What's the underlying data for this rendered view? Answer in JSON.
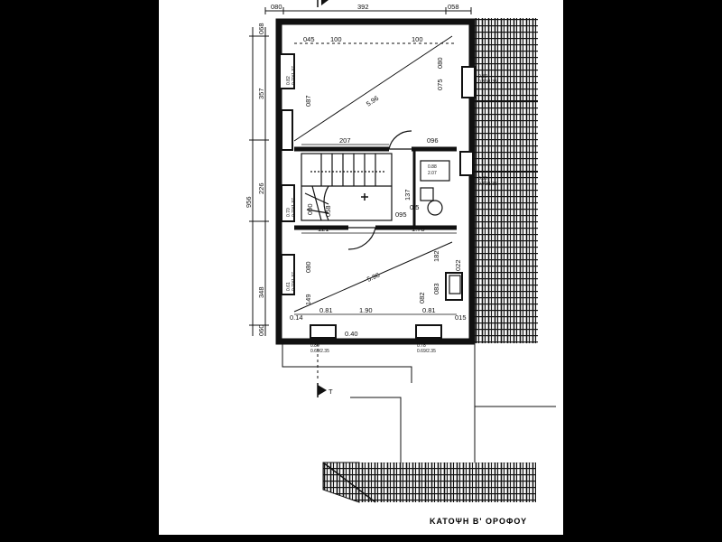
{
  "title": "ΚΑΤΟΨΗ Β' ΟΡΟΦΟΥ",
  "section_marker": "T",
  "dims": {
    "top_left_margin": "080",
    "top_total": "392",
    "top_right_margin": "058",
    "top_left_small": "045",
    "top_inner_1": "100",
    "top_inner_2": "100",
    "left_upper": "357",
    "left_total": "956",
    "left_mid": "226",
    "left_lower": "348",
    "left_bottom": "060",
    "left_top_small": "068",
    "upper_room_diag": "5.96",
    "lower_room_diag": "5.96",
    "mid_207": "207",
    "mid_096": "096",
    "lower_121": "121",
    "lower_178": "1.78",
    "bottom_081a": "0.81",
    "bottom_190": "1.90",
    "bottom_081b": "0.81",
    "bottom_014": "0.14",
    "bottom_015": "015",
    "bottom_040": "0.40",
    "upper_left_vert": "087",
    "upper_right_vert_1": "080",
    "upper_right_vert_2": "075",
    "lower_left_vert_1": "080",
    "lower_left_vert_2": "149",
    "lower_right_vert_1": "182",
    "lower_right_vert_2": "082",
    "lower_right_vert_3": "083",
    "lower_right_022": "022",
    "stair_1": "090",
    "stair_2": "058",
    "stair_3": "137",
    "stair_4": "095",
    "stair_5": "0.5",
    "bath_1": "0.88",
    "bath_2": "2.07"
  },
  "windows": [
    {
      "text": "0.82\n0.70/1.37"
    },
    {
      "text": "0.82\n0.80/1.35"
    },
    {
      "text": "0.80\n0.70/1.35"
    },
    {
      "text": "0.70\n0.70/1.37"
    },
    {
      "text": "0.61\n0.70/1.37"
    },
    {
      "text": "0.80\n0.69/2.35"
    },
    {
      "text": "0.78\n0.69/2.35"
    }
  ]
}
